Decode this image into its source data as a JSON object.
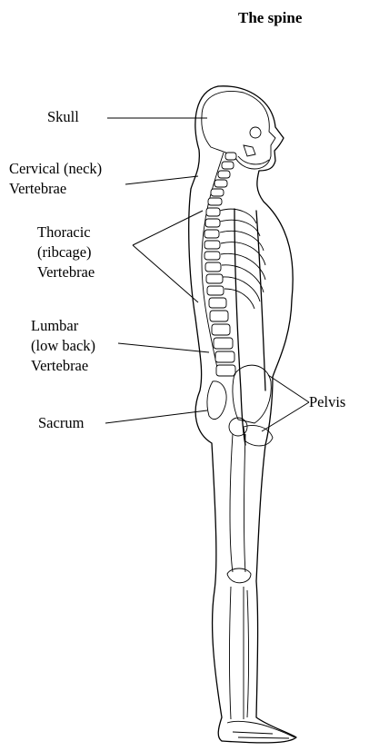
{
  "title": "The spine",
  "labels": {
    "skull": "Skull",
    "cervical": [
      "Cervical (neck)",
      "Vertebrae"
    ],
    "thoracic": [
      "Thoracic",
      "(ribcage)",
      "Vertebrae"
    ],
    "lumbar": [
      "Lumbar",
      "(low back)",
      "Vertebrae"
    ],
    "sacrum": "Sacrum",
    "pelvis": "Pelvis"
  }
}
